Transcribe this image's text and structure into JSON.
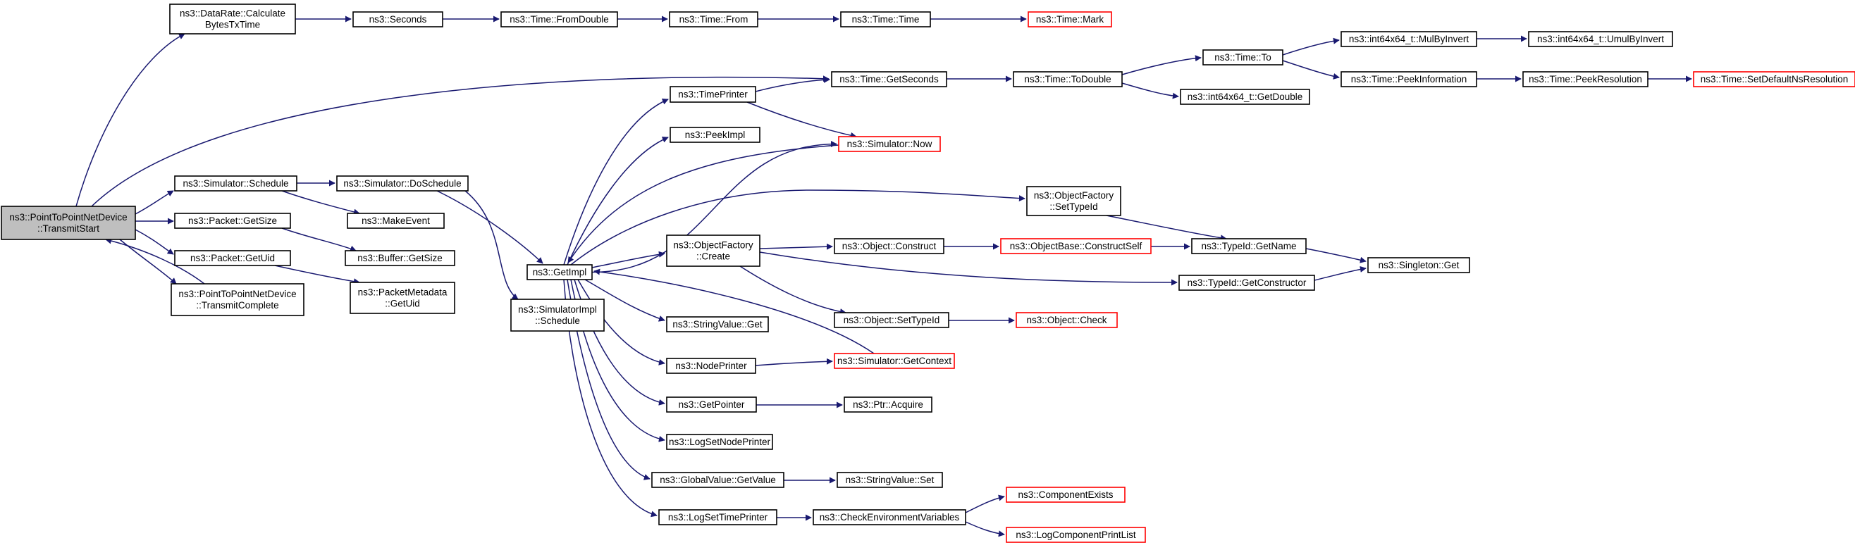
{
  "colors": {
    "edge": "#191970",
    "root_fill": "#bfbfbf",
    "truncated_border": "#ff0000",
    "node_border": "#000000"
  },
  "nodes": [
    {
      "id": "root",
      "lines": [
        "ns3::PointToPointNetDevice",
        "::TransmitStart"
      ],
      "style": "root"
    },
    {
      "id": "dr",
      "lines": [
        "ns3::DataRate::Calculate",
        "BytesTxTime"
      ],
      "style": "normal"
    },
    {
      "id": "sec",
      "lines": [
        "ns3::Seconds"
      ],
      "style": "normal"
    },
    {
      "id": "tfd",
      "lines": [
        "ns3::Time::FromDouble"
      ],
      "style": "normal"
    },
    {
      "id": "tf",
      "lines": [
        "ns3::Time::From"
      ],
      "style": "normal"
    },
    {
      "id": "tt",
      "lines": [
        "ns3::Time::Time"
      ],
      "style": "normal"
    },
    {
      "id": "tm",
      "lines": [
        "ns3::Time::Mark"
      ],
      "style": "truncated"
    },
    {
      "id": "tgs",
      "lines": [
        "ns3::Time::GetSeconds"
      ],
      "style": "normal"
    },
    {
      "id": "ttd",
      "lines": [
        "ns3::Time::ToDouble"
      ],
      "style": "normal"
    },
    {
      "id": "tto",
      "lines": [
        "ns3::Time::To"
      ],
      "style": "normal"
    },
    {
      "id": "mbi",
      "lines": [
        "ns3::int64x64_t::MulByInvert"
      ],
      "style": "normal"
    },
    {
      "id": "umbi",
      "lines": [
        "ns3::int64x64_t::UmulByInvert"
      ],
      "style": "normal"
    },
    {
      "id": "gdbl",
      "lines": [
        "ns3::int64x64_t::GetDouble"
      ],
      "style": "normal"
    },
    {
      "id": "tpi",
      "lines": [
        "ns3::Time::PeekInformation"
      ],
      "style": "normal"
    },
    {
      "id": "tpr",
      "lines": [
        "ns3::Time::PeekResolution"
      ],
      "style": "normal"
    },
    {
      "id": "tsd",
      "lines": [
        "ns3::Time::SetDefaultNsResolution"
      ],
      "style": "truncated"
    },
    {
      "id": "ssch",
      "lines": [
        "ns3::Simulator::Schedule"
      ],
      "style": "normal"
    },
    {
      "id": "pgs",
      "lines": [
        "ns3::Packet::GetSize"
      ],
      "style": "normal"
    },
    {
      "id": "pgu",
      "lines": [
        "ns3::Packet::GetUid"
      ],
      "style": "normal"
    },
    {
      "id": "ptc",
      "lines": [
        "ns3::PointToPointNetDevice",
        "::TransmitComplete"
      ],
      "style": "normal"
    },
    {
      "id": "sds",
      "lines": [
        "ns3::Simulator::DoSchedule"
      ],
      "style": "normal"
    },
    {
      "id": "me",
      "lines": [
        "ns3::MakeEvent"
      ],
      "style": "normal"
    },
    {
      "id": "bgs",
      "lines": [
        "ns3::Buffer::GetSize"
      ],
      "style": "normal"
    },
    {
      "id": "pmg",
      "lines": [
        "ns3::PacketMetadata",
        "::GetUid"
      ],
      "style": "normal"
    },
    {
      "id": "gi",
      "lines": [
        "ns3::GetImpl"
      ],
      "style": "normal"
    },
    {
      "id": "sis",
      "lines": [
        "ns3::SimulatorImpl",
        "::Schedule"
      ],
      "style": "normal"
    },
    {
      "id": "tp",
      "lines": [
        "ns3::TimePrinter"
      ],
      "style": "normal"
    },
    {
      "id": "pi",
      "lines": [
        "ns3::PeekImpl"
      ],
      "style": "normal"
    },
    {
      "id": "snow",
      "lines": [
        "ns3::Simulator::Now"
      ],
      "style": "truncated"
    },
    {
      "id": "ofc",
      "lines": [
        "ns3::ObjectFactory",
        "::Create"
      ],
      "style": "normal"
    },
    {
      "id": "ofs",
      "lines": [
        "ns3::ObjectFactory",
        "::SetTypeId"
      ],
      "style": "normal"
    },
    {
      "id": "oc",
      "lines": [
        "ns3::Object::Construct"
      ],
      "style": "normal"
    },
    {
      "id": "obcs",
      "lines": [
        "ns3::ObjectBase::ConstructSelf"
      ],
      "style": "truncated"
    },
    {
      "id": "tgn",
      "lines": [
        "ns3::TypeId::GetName"
      ],
      "style": "normal"
    },
    {
      "id": "sg",
      "lines": [
        "ns3::Singleton::Get"
      ],
      "style": "normal"
    },
    {
      "id": "tgc",
      "lines": [
        "ns3::TypeId::GetConstructor"
      ],
      "style": "normal"
    },
    {
      "id": "ost",
      "lines": [
        "ns3::Object::SetTypeId"
      ],
      "style": "normal"
    },
    {
      "id": "och",
      "lines": [
        "ns3::Object::Check"
      ],
      "style": "truncated"
    },
    {
      "id": "svg",
      "lines": [
        "ns3::StringValue::Get"
      ],
      "style": "normal"
    },
    {
      "id": "np",
      "lines": [
        "ns3::NodePrinter"
      ],
      "style": "normal"
    },
    {
      "id": "sgc",
      "lines": [
        "ns3::Simulator::GetContext"
      ],
      "style": "truncated"
    },
    {
      "id": "gp",
      "lines": [
        "ns3::GetPointer"
      ],
      "style": "normal"
    },
    {
      "id": "pa",
      "lines": [
        "ns3::Ptr::Acquire"
      ],
      "style": "normal"
    },
    {
      "id": "lsnp",
      "lines": [
        "ns3::LogSetNodePrinter"
      ],
      "style": "normal"
    },
    {
      "id": "gvgv",
      "lines": [
        "ns3::GlobalValue::GetValue"
      ],
      "style": "normal"
    },
    {
      "id": "svs",
      "lines": [
        "ns3::StringValue::Set"
      ],
      "style": "normal"
    },
    {
      "id": "lstp",
      "lines": [
        "ns3::LogSetTimePrinter"
      ],
      "style": "normal"
    },
    {
      "id": "cev",
      "lines": [
        "ns3::CheckEnvironmentVariables"
      ],
      "style": "normal"
    },
    {
      "id": "ce",
      "lines": [
        "ns3::ComponentExists"
      ],
      "style": "truncated"
    },
    {
      "id": "lcpl",
      "lines": [
        "ns3::LogComponentPrintList"
      ],
      "style": "truncated"
    }
  ],
  "edges": [
    [
      "root",
      "dr"
    ],
    [
      "root",
      "tgs"
    ],
    [
      "root",
      "ssch"
    ],
    [
      "root",
      "pgs"
    ],
    [
      "root",
      "pgu"
    ],
    [
      "root",
      "ptc"
    ],
    [
      "ptc",
      "root"
    ],
    [
      "dr",
      "sec"
    ],
    [
      "sec",
      "tfd"
    ],
    [
      "tfd",
      "tf"
    ],
    [
      "tf",
      "tt"
    ],
    [
      "tt",
      "tm"
    ],
    [
      "tgs",
      "ttd"
    ],
    [
      "ttd",
      "tto"
    ],
    [
      "ttd",
      "gdbl"
    ],
    [
      "tto",
      "mbi"
    ],
    [
      "tto",
      "tpi"
    ],
    [
      "mbi",
      "umbi"
    ],
    [
      "tpi",
      "tpr"
    ],
    [
      "tpr",
      "tsd"
    ],
    [
      "ssch",
      "sds"
    ],
    [
      "ssch",
      "me"
    ],
    [
      "pgs",
      "bgs"
    ],
    [
      "pgu",
      "pmg"
    ],
    [
      "sds",
      "gi"
    ],
    [
      "sds",
      "sis"
    ],
    [
      "gi",
      "tp"
    ],
    [
      "gi",
      "pi"
    ],
    [
      "gi",
      "snow"
    ],
    [
      "gi",
      "ofs"
    ],
    [
      "gi",
      "ofc"
    ],
    [
      "gi",
      "svg"
    ],
    [
      "gi",
      "np"
    ],
    [
      "gi",
      "gp"
    ],
    [
      "gi",
      "lsnp"
    ],
    [
      "gi",
      "gvgv"
    ],
    [
      "gi",
      "lstp"
    ],
    [
      "tp",
      "tgs"
    ],
    [
      "tp",
      "snow"
    ],
    [
      "sgc",
      "gi"
    ],
    [
      "snow",
      "gi"
    ],
    [
      "ofc",
      "oc"
    ],
    [
      "ofc",
      "tgc"
    ],
    [
      "ofc",
      "ost"
    ],
    [
      "oc",
      "obcs"
    ],
    [
      "obcs",
      "tgn"
    ],
    [
      "ofs",
      "tgn"
    ],
    [
      "tgn",
      "sg"
    ],
    [
      "tgc",
      "sg"
    ],
    [
      "ost",
      "och"
    ],
    [
      "np",
      "sgc"
    ],
    [
      "gp",
      "pa"
    ],
    [
      "gvgv",
      "svs"
    ],
    [
      "lstp",
      "cev"
    ],
    [
      "cev",
      "ce"
    ],
    [
      "cev",
      "lcpl"
    ]
  ]
}
